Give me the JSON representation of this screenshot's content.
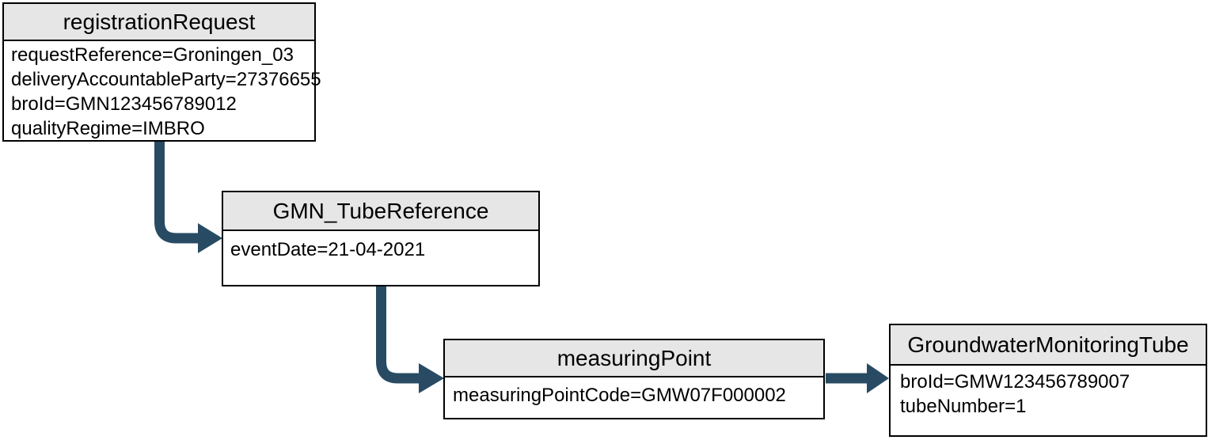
{
  "colors": {
    "arrow": "#284B63",
    "headerBg": "#E6E6E6",
    "border": "#000000",
    "text": "#000000",
    "canvasBg": "#FFFFFF"
  },
  "nodes": [
    {
      "title": "registrationRequest",
      "attributes": [
        "requestReference=Groningen_03",
        "deliveryAccountableParty=27376655",
        "broId=GMN123456789012",
        "qualityRegime=IMBRO"
      ]
    },
    {
      "title": "GMN_TubeReference",
      "attributes": [
        "eventDate=21-04-2021"
      ]
    },
    {
      "title": "measuringPoint",
      "attributes": [
        "measuringPointCode=GMW07F000002"
      ]
    },
    {
      "title": "GroundwaterMonitoringTube",
      "attributes": [
        "broId=GMW123456789007",
        "tubeNumber=1"
      ]
    }
  ],
  "connections": [
    {
      "from": "registrationRequest",
      "to": "GMN_TubeReference"
    },
    {
      "from": "GMN_TubeReference",
      "to": "measuringPoint"
    },
    {
      "from": "measuringPoint",
      "to": "GroundwaterMonitoringTube"
    }
  ]
}
